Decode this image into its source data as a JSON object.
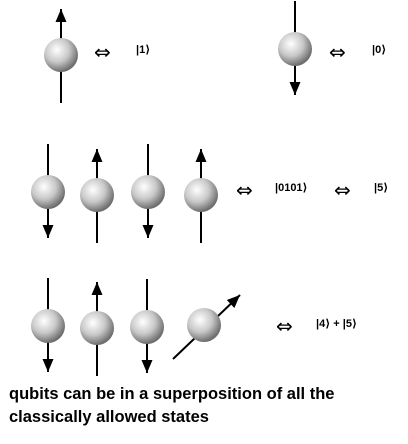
{
  "rows": [
    {
      "id": "single-one",
      "spins": [
        "up"
      ],
      "terms": [
        {
          "label": "|1⟩"
        }
      ]
    },
    {
      "id": "single-zero",
      "spins": [
        "down"
      ],
      "terms": [
        {
          "label": "|0⟩"
        }
      ]
    },
    {
      "id": "register",
      "spins": [
        "down",
        "up",
        "down",
        "up"
      ],
      "terms": [
        {
          "label": "|0101⟩"
        },
        {
          "label": "|5⟩"
        }
      ]
    },
    {
      "id": "superposition",
      "spins": [
        "down",
        "up",
        "down",
        "tilted"
      ],
      "terms": [
        {
          "label": "|4⟩ + |5⟩"
        }
      ]
    }
  ],
  "equivalence_symbol": "⇔",
  "caption": "qubits can be in a superposition of all the classically allowed states",
  "colors": {
    "sphere_highlight": "#ffffff",
    "sphere_mid": "#c8c8c8",
    "sphere_shadow": "#6e6e6e",
    "arrow": "#000000"
  }
}
